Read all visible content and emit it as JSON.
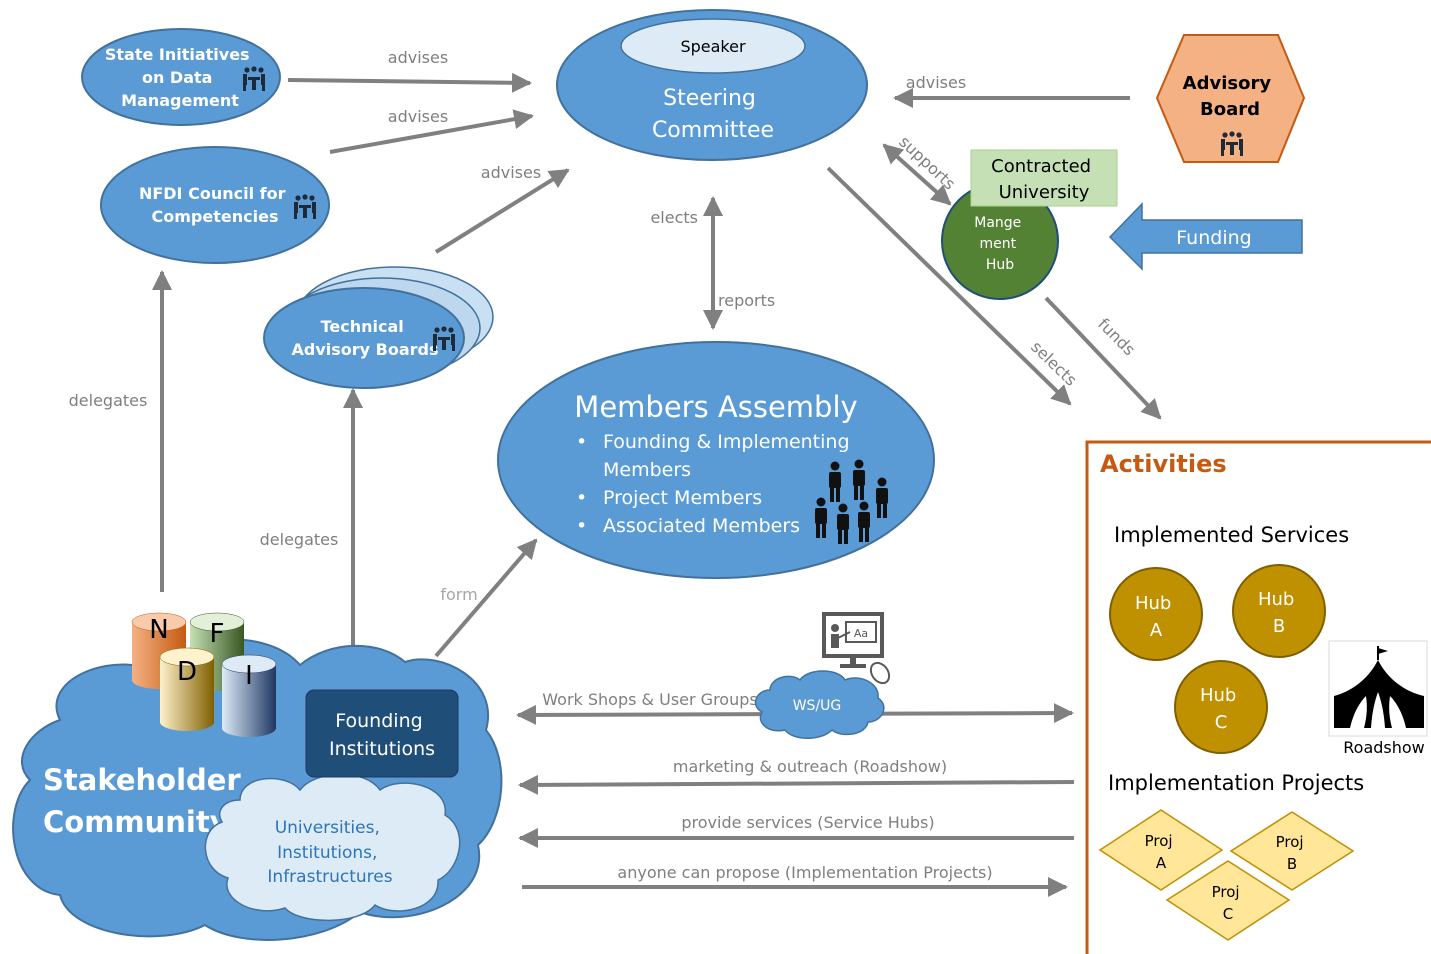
{
  "nodes": {
    "state_initiatives": [
      "State Initiatives",
      "on Data",
      "Management"
    ],
    "nfdi_council": [
      "NFDI Council for",
      "Competencies"
    ],
    "technical_boards": [
      "Technical",
      "Advisory Boards"
    ],
    "steering_committee": [
      "Steering",
      "Committee"
    ],
    "speaker": "Speaker",
    "advisory_board": [
      "Advisory",
      "Board"
    ],
    "contracted_university": [
      "Contracted",
      "University"
    ],
    "management_hub": [
      "Mange",
      "ment",
      "Hub"
    ],
    "funding": "Funding",
    "members_assembly": {
      "title": "Members Assembly",
      "items": [
        "Founding & Implementing",
        "Members",
        "Project Members",
        "Associated Members"
      ]
    },
    "nfdi_letters": [
      "N",
      "F",
      "D",
      "I"
    ],
    "stakeholder_community": [
      "Stakeholder",
      "Community"
    ],
    "founding_institutions": [
      "Founding",
      "Institutions"
    ],
    "universities": [
      "Universities,",
      "Institutions,",
      "Infrastructures"
    ],
    "ws_ug": "WS/UG"
  },
  "arrows": {
    "advises_1": "advises",
    "advises_2": "advises",
    "advises_3": "advises",
    "advises_4": "advises",
    "supports": "supports",
    "elects": "elects",
    "reports": "reports",
    "selects": "selects",
    "funds": "funds",
    "delegates_1": "delegates",
    "delegates_2": "delegates",
    "form": "form",
    "workshops": "Work Shops & User Groups",
    "marketing": "marketing & outreach (Roadshow)",
    "provide_services": "provide services (Service Hubs)",
    "anyone_propose": "anyone can propose (Implementation Projects)"
  },
  "activities": {
    "title": "Activities",
    "implemented_services": "Implemented Services",
    "hubs": [
      [
        "Hub",
        "A"
      ],
      [
        "Hub",
        "B"
      ],
      [
        "Hub",
        "C"
      ]
    ],
    "roadshow": "Roadshow",
    "implementation_projects": "Implementation Projects",
    "projects": [
      [
        "Proj",
        "A"
      ],
      [
        "Proj",
        "B"
      ],
      [
        "Proj",
        "C"
      ]
    ]
  },
  "colors": {
    "blue": "#5b9bd5",
    "blue_border": "#41719c",
    "dark_blue": "#1f4e79",
    "orange": "#f4b183",
    "orange_border": "#c55a11",
    "green_box": "#c5e0b4",
    "green_circle": "#548235",
    "gold": "#bf9000",
    "diamond": "#ffe699",
    "light_cloud": "#ddebf7",
    "arrow_gray": "#808080",
    "activities_border": "#c55a11"
  },
  "icons": [
    "meeting-icon",
    "people-group-icon",
    "presentation-icon",
    "tent-icon"
  ]
}
